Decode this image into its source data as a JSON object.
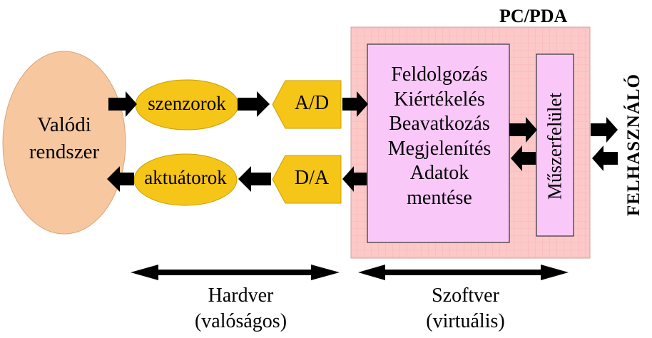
{
  "pc_title": "PC/PDA",
  "real_system": {
    "line1": "Valódi",
    "line2": "rendszer"
  },
  "sensors": "szenzorok",
  "actuators": "aktuátorok",
  "ad": "A/D",
  "da": "D/A",
  "processing": {
    "items": [
      "Feldolgozás",
      "Kiértékelés",
      "Beavatkozás",
      "Megjelenítés",
      "Adatok",
      "mentése"
    ]
  },
  "instrument_panel": "Műszerfelület",
  "user": "FELHASZNÁLÓ",
  "hardware": {
    "line1": "Hardver",
    "line2": "(valóságos)"
  },
  "software": {
    "line1": "Szoftver",
    "line2": "(virtuális)"
  },
  "colors": {
    "real_system_fill": "#f7c8a0",
    "oval_fill": "#f5c518",
    "pc_fill": "#fcc8c8",
    "proc_fill": "#f9c8f9",
    "arrow": "#000000"
  }
}
